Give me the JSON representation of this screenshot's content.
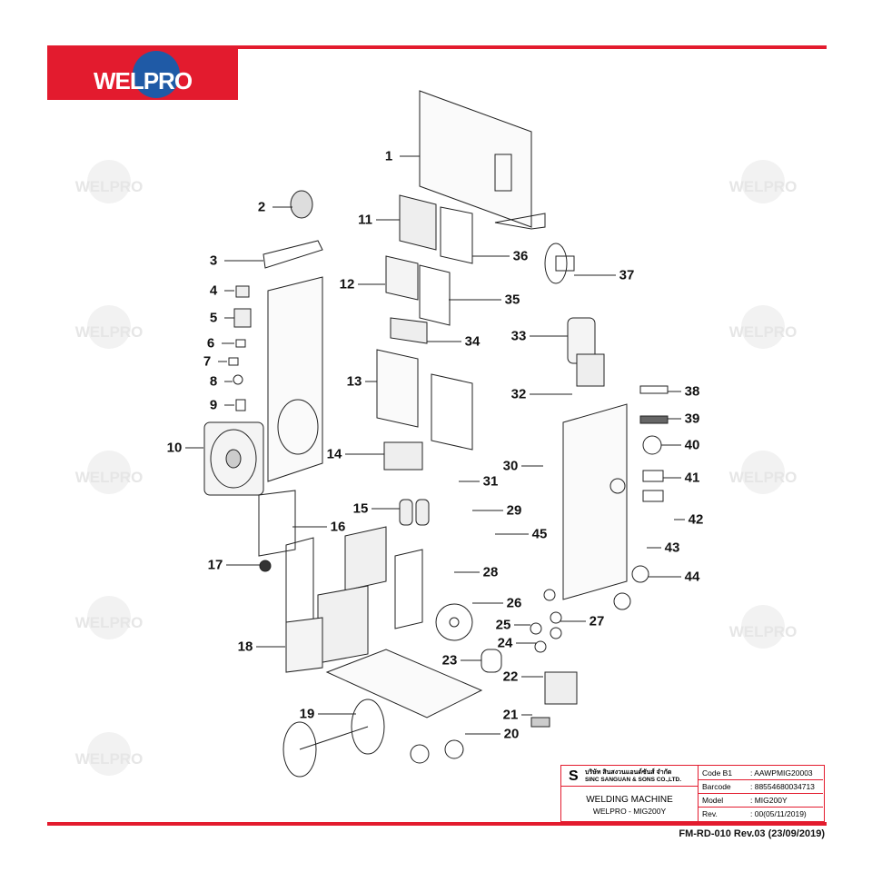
{
  "brand": {
    "logo_text": "WELPRO",
    "accent": "#e31b2e",
    "logo_blue": "#1f5aa6"
  },
  "watermark_text": "WELPRO",
  "parts": [
    "1",
    "2",
    "3",
    "4",
    "5",
    "6",
    "7",
    "8",
    "9",
    "10",
    "11",
    "12",
    "13",
    "14",
    "15",
    "16",
    "17",
    "18",
    "19",
    "20",
    "21",
    "22",
    "23",
    "24",
    "25",
    "26",
    "27",
    "28",
    "29",
    "30",
    "31",
    "32",
    "33",
    "34",
    "35",
    "36",
    "37",
    "38",
    "39",
    "40",
    "41",
    "42",
    "43",
    "44",
    "45"
  ],
  "title_block": {
    "company_thai": "บริษัท สินสงวนแอนด์ซันส์ จำกัด",
    "company_en": "SINC SANGUAN & SONS CO.,LTD.",
    "title": "WELDING MACHINE",
    "subtitle": "WELPRO - MIG200Y",
    "fields": [
      {
        "label": "Code B1",
        "value": ": AAWPMIG20003"
      },
      {
        "label": "Barcode",
        "value": ": 88554680034713"
      },
      {
        "label": "Model",
        "value": ": MIG200Y"
      },
      {
        "label": "Rev.",
        "value": ": 00(05/11/2019)"
      }
    ]
  },
  "form_number": "FM-RD-010 Rev.03 (23/09/2019)"
}
